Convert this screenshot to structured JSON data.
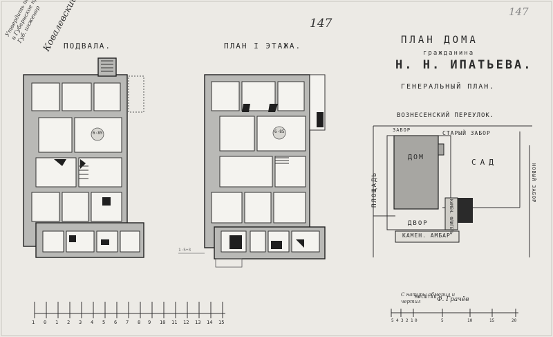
{
  "margin_note": {
    "lines": [
      "Утвердить по проекту",
      "в Губернское правление",
      "Губ. инженер"
    ],
    "signature": "Ковалевский"
  },
  "sheet_number": {
    "top": "147",
    "corner": "147"
  },
  "plans": {
    "basement_title": "ПОДВАЛА.",
    "first_floor_title": "ПЛАН I ЭТАЖА."
  },
  "title_block": {
    "line1": "ПЛАН ДОМА",
    "line2": "гражданина",
    "line3": "Н. Н. ИПАТЬЕВА.",
    "line4": "ГЕНЕРАЛЬНЫЙ ПЛАН."
  },
  "site_plan": {
    "lane": "ВОЗНЕСЕНСКИЙ ПЕРЕУЛОК.",
    "fence_top": "ЗАБОР",
    "old_fence": "СТАРЫЙ ЗАБОР",
    "garden": "САД",
    "house": "ДОМ",
    "yard": "ДВОР",
    "square": "ПЛОЩАДЬ",
    "new_fence": "НОВЫЙ ЗАБОР",
    "shed": "КАМЕН. АМБАР",
    "outbuilding": "КАМЕН. ФЛИГЕЛЬ",
    "scale_label": "МАСШТАБ",
    "scale_ticks": [
      "5",
      "4",
      "3",
      "2",
      "1",
      "0",
      "5",
      "10",
      "15",
      "20"
    ]
  },
  "scale_bar": {
    "ticks": [
      "1",
      "0",
      "1",
      "2",
      "3",
      "4",
      "5",
      "6",
      "7",
      "8",
      "9",
      "10",
      "11",
      "12",
      "13",
      "14",
      "15"
    ]
  },
  "signature_block": {
    "line1": "С натуры обмерил и",
    "line2": "чертил",
    "name": "Ф. Грачёв"
  },
  "room_labels": {
    "basement_center": "6·85",
    "first_floor_center": "6·85",
    "small_label": "1·5+3"
  }
}
